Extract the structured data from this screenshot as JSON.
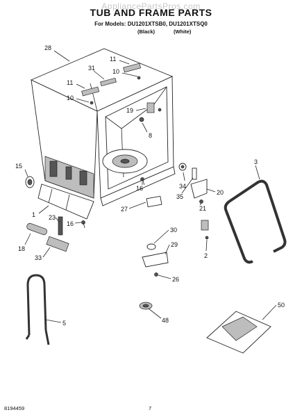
{
  "header": {
    "watermark": "AppliancePartsPros.com",
    "title": "TUB AND FRAME PARTS",
    "models": "For Models: DU1201XTSB0, DU1201XTSQ0",
    "variant_black": "(Black)",
    "variant_white": "(White)"
  },
  "callouts": {
    "c28": "28",
    "c11a": "11",
    "c10a": "10",
    "c31": "31",
    "c11b": "11",
    "c10b": "10",
    "c19": "19",
    "c8": "8",
    "c15": "15",
    "c3": "3",
    "c34": "34",
    "c16a": "16",
    "c20": "20",
    "c35": "35",
    "c21": "21",
    "c27": "27",
    "c1": "1",
    "c23": "23",
    "c16b": "16",
    "c30": "30",
    "c18": "18",
    "c29": "29",
    "c2": "2",
    "c33": "33",
    "c26": "26",
    "c50": "50",
    "c5": "5",
    "c48": "48"
  },
  "footer": {
    "doc_number": "8194459",
    "page_number": "7"
  }
}
